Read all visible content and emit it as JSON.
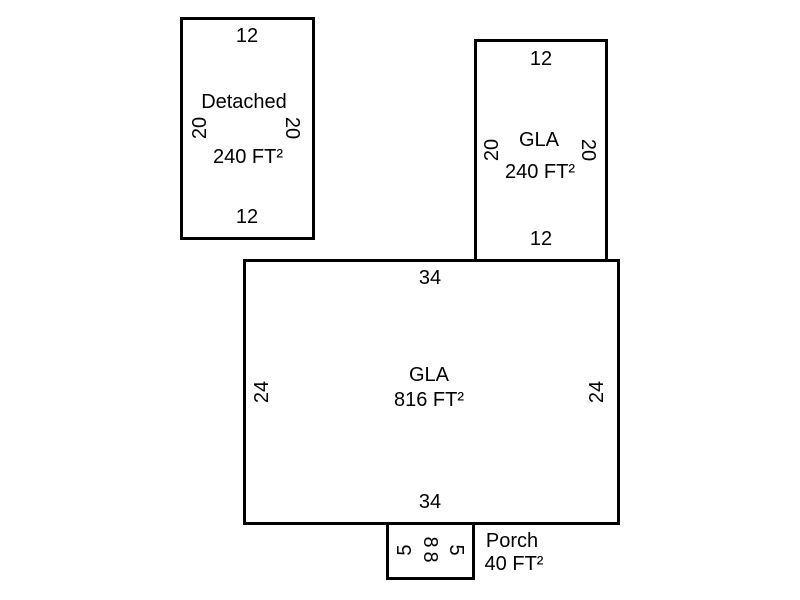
{
  "rooms": {
    "detached": {
      "name": "Detached",
      "area": "240 FT²",
      "top": "12",
      "bottom": "12",
      "left": "20",
      "right": "20"
    },
    "gla_upper": {
      "name": "GLA",
      "area": "240 FT²",
      "top": "12",
      "bottom": "12",
      "left": "20",
      "right": "20"
    },
    "gla_main": {
      "name": "GLA",
      "area": "816 FT²",
      "top": "34",
      "bottom": "34",
      "left": "24",
      "right": "24"
    },
    "porch": {
      "name": "Porch",
      "area": "40 FT²",
      "top": "8",
      "bottom": "8",
      "left": "5",
      "right": "5"
    }
  }
}
